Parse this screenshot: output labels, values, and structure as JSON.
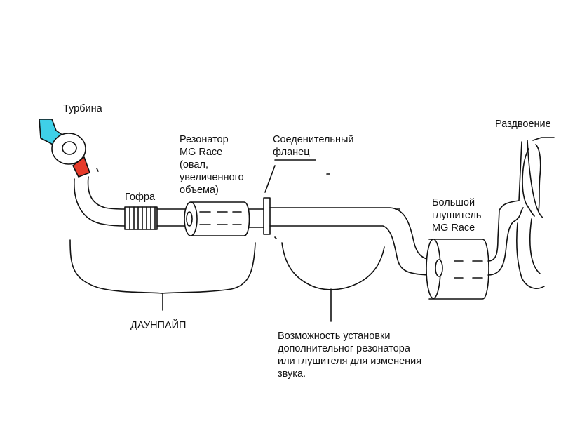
{
  "labels": {
    "turbine": "Турбина",
    "gofra": "Гофра",
    "resonator": "Резонатор\nMG Race\n(овал,\nувеличенного\nобъема)",
    "flange": "Соеденительный\n фланец",
    "split": "Раздвоение",
    "big_muffler": "Большой\nглушитель\nMG Race",
    "downpipe": "ДАУНПАЙП",
    "option": "Возможность установки\nдополнительног резонатора\nили глушителя для изменения\nзвука."
  },
  "colors": {
    "line": "#111111",
    "inlet_cyan": "#3fd0e8",
    "outlet_red": "#e63b2a",
    "background": "#ffffff"
  }
}
